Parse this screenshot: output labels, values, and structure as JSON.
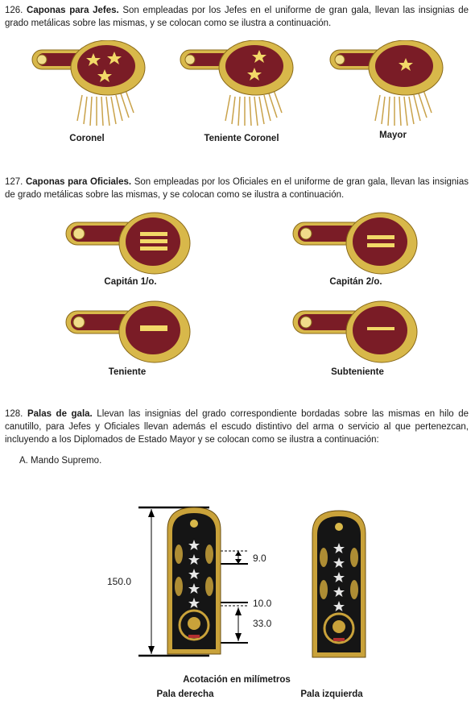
{
  "sections": [
    {
      "number": "126.",
      "title": "Caponas para Jefes.",
      "text": "Son empleadas por los Jefes en el uniforme de gran gala, llevan las insignias de grado metálicas sobre las mismas, y se colocan como se ilustra a continuación.",
      "items": [
        {
          "label": "Coronel",
          "stars": 3
        },
        {
          "label": "Teniente Coronel",
          "stars": 2
        },
        {
          "label": "Mayor",
          "stars": 1
        }
      ]
    },
    {
      "number": "127.",
      "title": "Caponas para Oficiales.",
      "text": "Son empleadas por los Oficiales en el uniforme de gran gala, llevan las insignias de grado metálicas sobre las mismas, y se colocan como se ilustra a continuación.",
      "items": [
        {
          "label": "Capitán 1/o.",
          "bars": 3
        },
        {
          "label": "Capitán 2/o.",
          "bars": 2
        },
        {
          "label": "Teniente",
          "bars": 1
        },
        {
          "label": "Subteniente",
          "bars": 1
        }
      ]
    },
    {
      "number": "128.",
      "title": "Palas de gala.",
      "text": "Llevan las insignias del grado correspondiente bordadas sobre las mismas en hilo de canutillo, para Jefes y Oficiales llevan además el escudo distintivo del arma o servicio al que pertenezcan, incluyendo a los Diplomados de Estado Mayor y se colocan como se ilustra a continuación:",
      "sub": "A. Mando Supremo."
    }
  ],
  "dimensions": {
    "total": "150.0",
    "star_gap": "9.0",
    "gap2": "10.0",
    "emblem": "33.0"
  },
  "captions": {
    "note": "Acotación en milímetros",
    "right": "Pala derecha",
    "left": "Pala izquierda"
  }
}
